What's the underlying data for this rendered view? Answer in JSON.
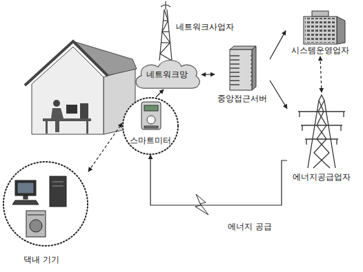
{
  "diagram": {
    "nodes": [
      {
        "text": [
          "네트워크사업자"
        ]
      },
      {
        "text": [
          "네트워크망"
        ]
      },
      {
        "text": [
          "중앙접근서버"
        ]
      },
      {
        "text": [
          "시스템운영업자"
        ]
      },
      {
        "text": [
          "스마트미터"
        ]
      },
      {
        "text": [
          "에너지공급업자"
        ]
      },
      {
        "text": [
          "댁내 기기"
        ]
      }
    ],
    "edges": [
      {
        "from": 6,
        "to": 4,
        "arrow": "both"
      },
      {
        "from": 4,
        "to": 1,
        "arrow": "to"
      },
      {
        "from": 1,
        "to": 2,
        "arrow": "both"
      },
      {
        "from": 2,
        "to": 3,
        "arrow": "to"
      },
      {
        "from": 2,
        "to": 5,
        "arrow": "to"
      },
      {
        "from": 3,
        "to": 5,
        "arrow": "both"
      },
      {
        "from": 5,
        "to": 4,
        "label": "에너지 공급",
        "arrow": "to"
      }
    ]
  }
}
